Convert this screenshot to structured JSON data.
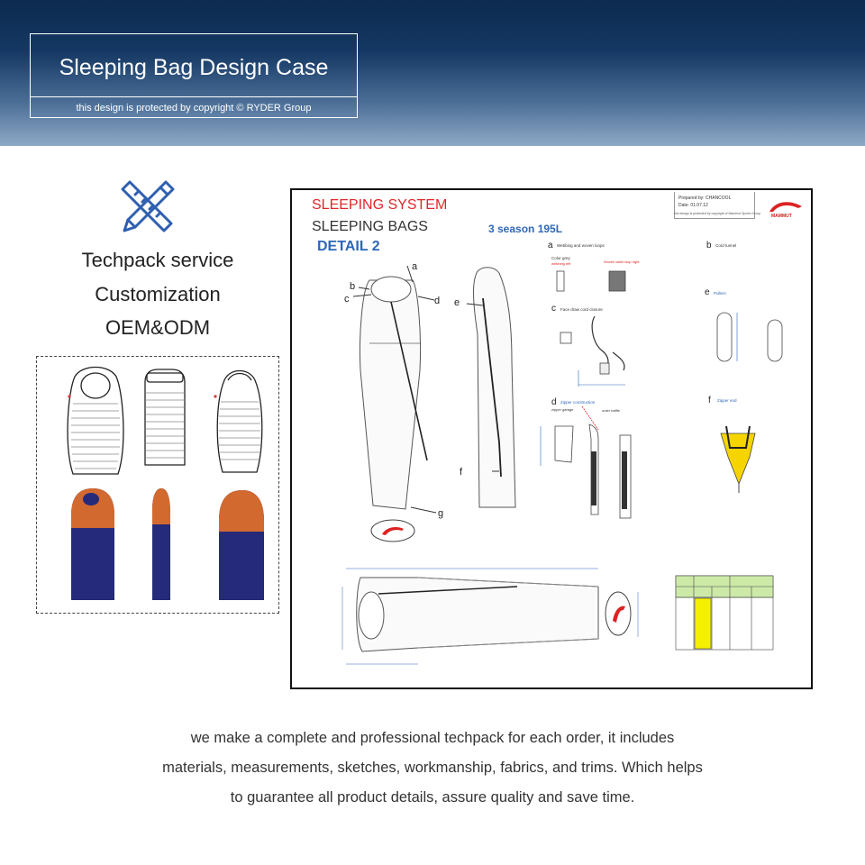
{
  "header": {
    "title": "Sleeping Bag Design Case",
    "subtitle": "this design is protected by copyright © RYDER Group"
  },
  "services": {
    "icon": "ruler-pencil-icon",
    "lines": [
      "Techpack service",
      "Customization",
      "OEM&ODM"
    ]
  },
  "colors": {
    "banner_dark": "#0d2a4f",
    "service_icon": "#2f5fb0",
    "bag_orange": "#d2692f",
    "bag_navy": "#252a7a",
    "tp_red": "#e0262b",
    "tp_blue": "#2e67b8",
    "zipper_yellow": "#f5d400"
  },
  "techpack": {
    "heading_system": "SLEEPING SYSTEM",
    "heading_bags": "SLEEPING BAGS",
    "heading_detail": "DETAIL 2",
    "season": "3 season 195L",
    "meta_prepared": "Prepared by: CHANCOOL",
    "meta_date": "Date: 01.07.12",
    "meta_copyright": "this design is protected by copyright of Mammut Sports Group",
    "logo_text": "MAMMUT",
    "callouts": [
      "a",
      "b",
      "c",
      "d",
      "e",
      "f",
      "g"
    ],
    "sections": {
      "a": "Webbing and woven loops",
      "b": "Cord tunnel",
      "c": "Face draw cord closure",
      "d": "Zipper construction",
      "e": "Pullers",
      "f": "Zipper end"
    },
    "notes": {
      "color_grey": "Color grey",
      "webbing_left": "webbing left",
      "woven_label": "Woven label loop right",
      "zipper_garage": "zipper garage",
      "outer_baffle": "outer baffle"
    }
  },
  "description": {
    "lines": [
      "we make a complete and professional techpack for each order, it includes",
      "materials, measurements, sketches, workmanship, fabrics, and trims. Which helps",
      "to guarantee all product details, assure quality and save time."
    ]
  }
}
